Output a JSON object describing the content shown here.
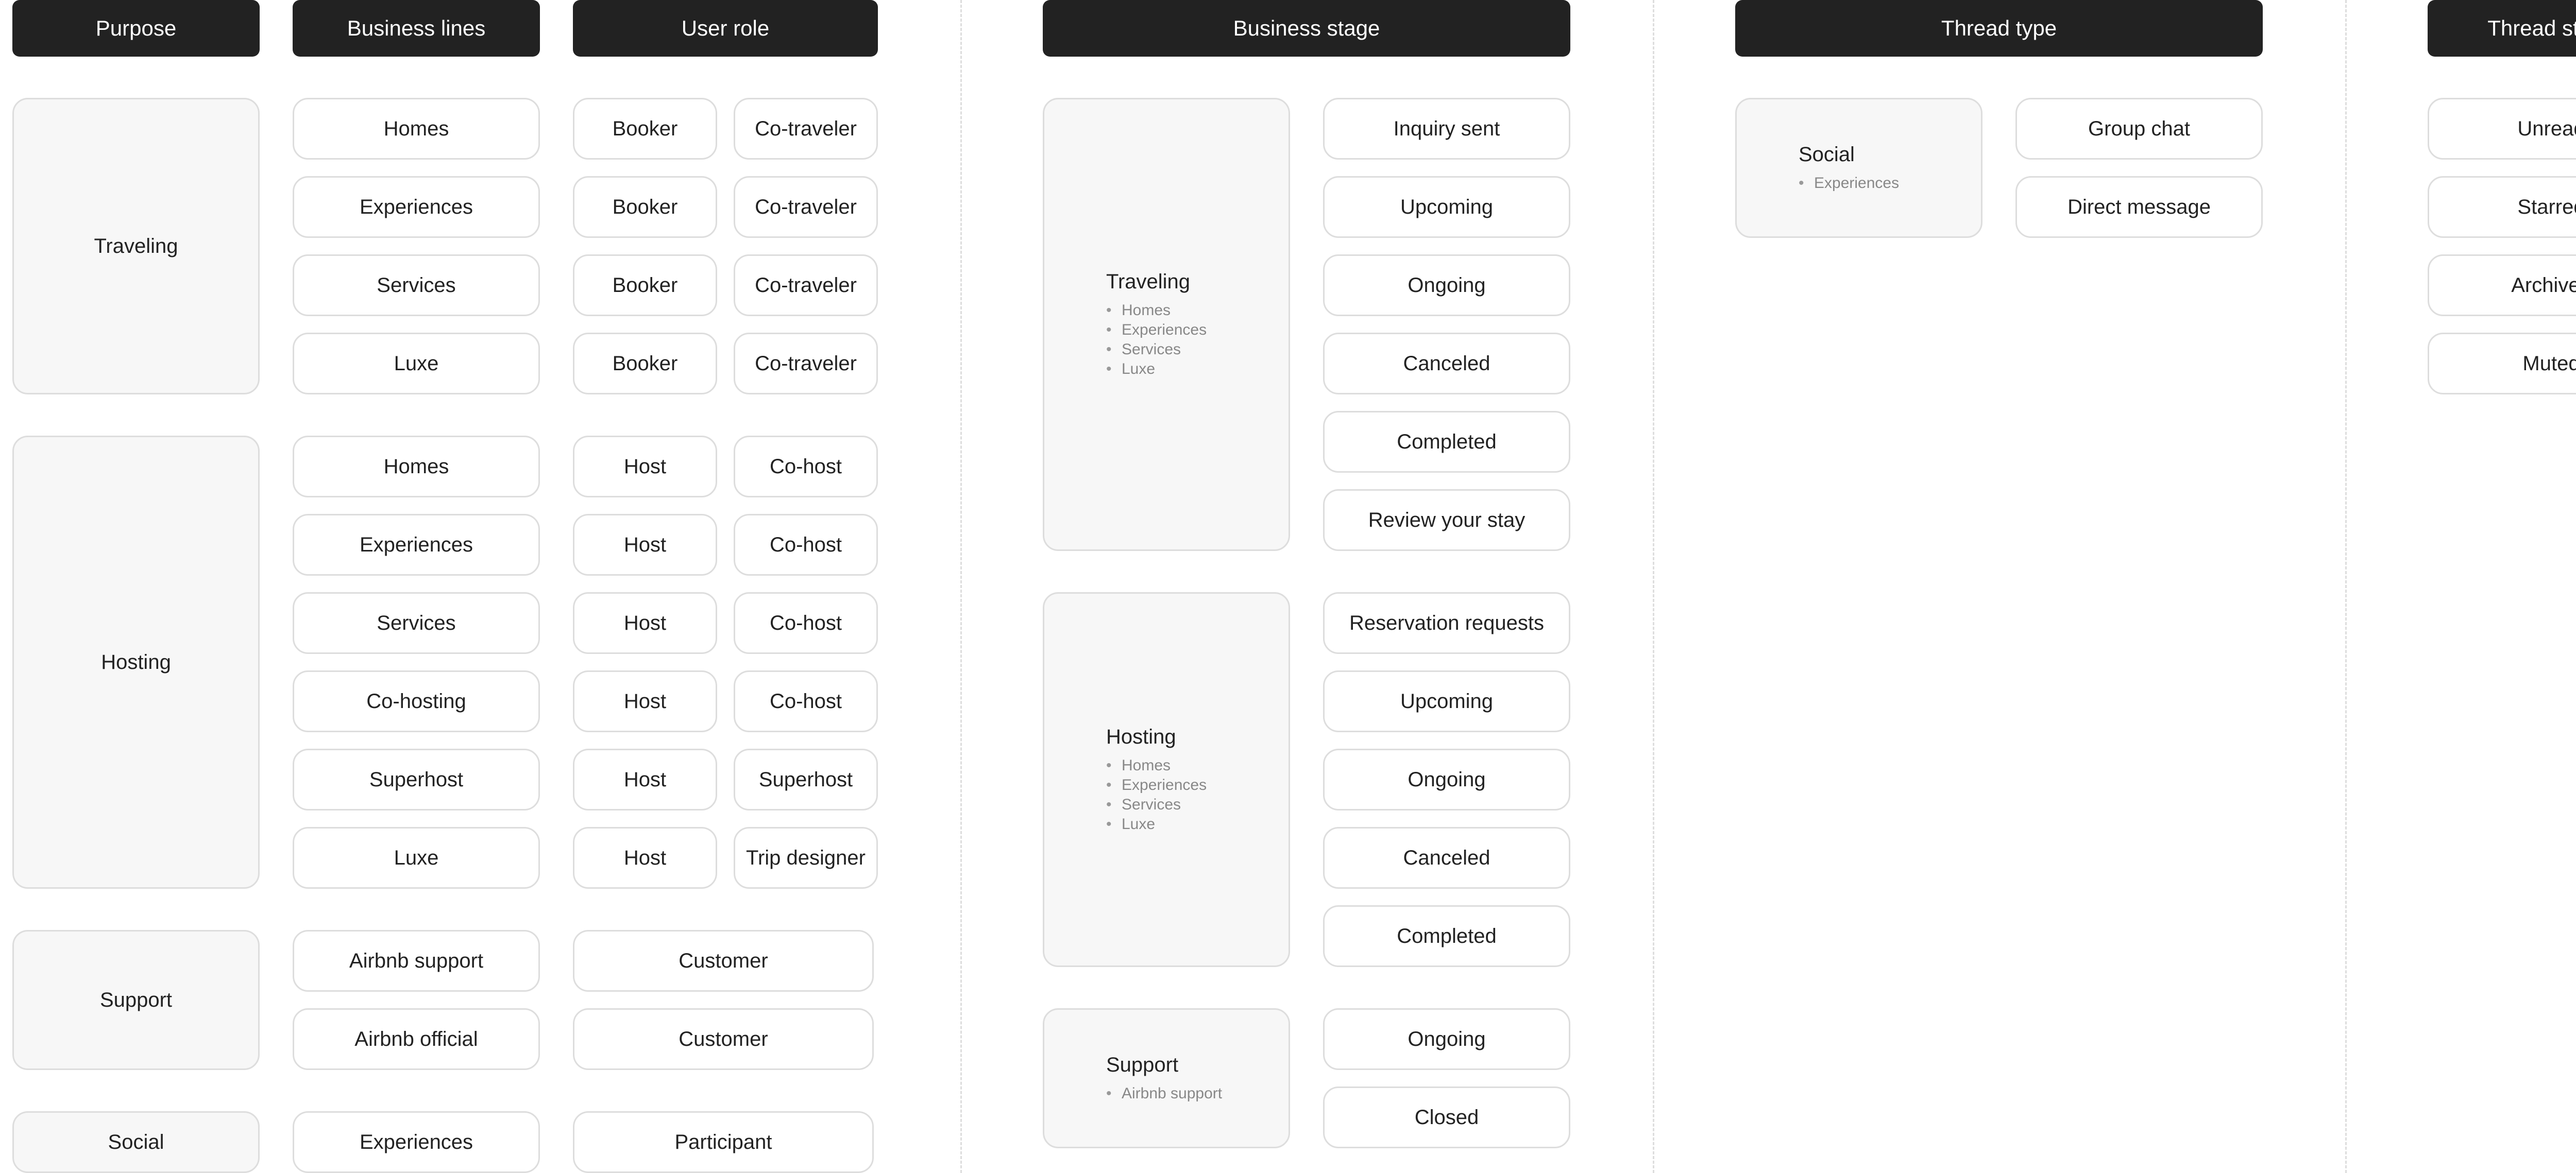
{
  "headers": [
    "Purpose",
    "Business lines",
    "User role",
    "Business stage",
    "Thread type",
    "Thread stage"
  ],
  "purposes": [
    "Traveling",
    "Hosting",
    "Support",
    "Social"
  ],
  "business_lines": {
    "traveling": [
      "Homes",
      "Experiences",
      "Services",
      "Luxe"
    ],
    "hosting": [
      "Homes",
      "Experiences",
      "Services",
      "Co-hosting",
      "Superhost",
      "Luxe"
    ],
    "support": [
      "Airbnb support",
      "Airbnb official"
    ],
    "social": [
      "Experiences"
    ]
  },
  "user_roles": {
    "traveling": [
      [
        "Booker",
        "Co-traveler"
      ],
      [
        "Booker",
        "Co-traveler"
      ],
      [
        "Booker",
        "Co-traveler"
      ],
      [
        "Booker",
        "Co-traveler"
      ]
    ],
    "hosting": [
      [
        "Host",
        "Co-host"
      ],
      [
        "Host",
        "Co-host"
      ],
      [
        "Host",
        "Co-host"
      ],
      [
        "Host",
        "Co-host"
      ],
      [
        "Host",
        "Superhost"
      ],
      [
        "Host",
        "Trip designer"
      ]
    ],
    "support": [
      "Customer",
      "Customer"
    ],
    "social": [
      "Participant"
    ]
  },
  "business_stage": {
    "traveling": {
      "title": "Traveling",
      "lines": [
        "Homes",
        "Experiences",
        "Services",
        "Luxe"
      ],
      "stages": [
        "Inquiry sent",
        "Upcoming",
        "Ongoing",
        "Canceled",
        "Completed",
        "Review your stay"
      ]
    },
    "hosting": {
      "title": "Hosting",
      "lines": [
        "Homes",
        "Experiences",
        "Services",
        "Luxe"
      ],
      "stages": [
        "Reservation requests",
        "Upcoming",
        "Ongoing",
        "Canceled",
        "Completed"
      ]
    },
    "support": {
      "title": "Support",
      "lines": [
        "Airbnb support"
      ],
      "stages": [
        "Ongoing",
        "Closed"
      ]
    }
  },
  "thread_type": {
    "group": {
      "title": "Social",
      "lines": [
        "Experiences"
      ]
    },
    "types": [
      "Group chat",
      "Direct message"
    ]
  },
  "thread_stage": [
    "Unread",
    "Starred",
    "Archived",
    "Muted"
  ]
}
